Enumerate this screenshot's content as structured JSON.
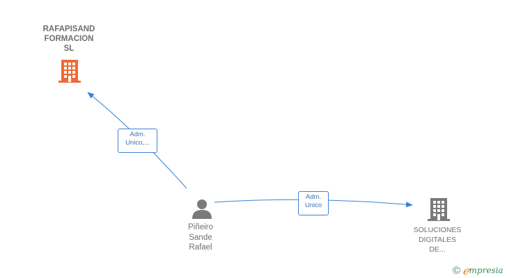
{
  "nodes": {
    "company_main": {
      "name_lines": [
        "RAFAPISAND",
        "FORMACION",
        "SL"
      ],
      "icon": "building-icon",
      "color": "#f06a35"
    },
    "person": {
      "name_lines": [
        "Piñeiro",
        "Sande",
        "Rafael"
      ],
      "icon": "person-icon",
      "color": "#7a7a7a"
    },
    "company_sub": {
      "name_lines": [
        "SOLUCIONES",
        "DIGITALES",
        "DE..."
      ],
      "icon": "building-icon",
      "color": "#7a7a7a"
    }
  },
  "edges": [
    {
      "from": "person",
      "to": "company_main",
      "label_lines": [
        "Adm.",
        "Unico,..."
      ]
    },
    {
      "from": "person",
      "to": "company_sub",
      "label_lines": [
        "Adm.",
        "Unico"
      ]
    }
  ],
  "colors": {
    "edge": "#3b82d6"
  },
  "brand": {
    "copyright": "©",
    "e": "ℯ",
    "rest": "mpresia"
  }
}
